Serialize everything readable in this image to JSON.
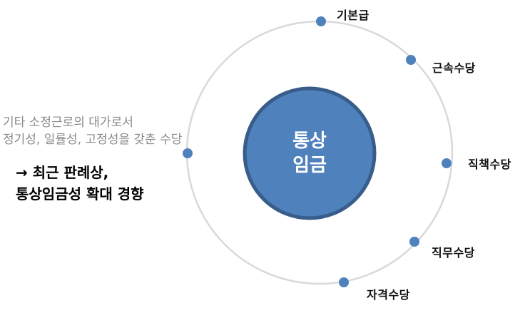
{
  "center": {
    "line1": "통상",
    "line2": "임금",
    "fill": "#4f81bd",
    "stroke": "#385d8a"
  },
  "orbit": {
    "color": "#d9d9d9"
  },
  "dot_color": "#4f81bd",
  "items": [
    {
      "label": "기본급"
    },
    {
      "label": "근속수당"
    },
    {
      "label": "직책수당"
    },
    {
      "label": "직무수당"
    },
    {
      "label": "자격수당"
    }
  ],
  "description": {
    "line1": "기타 소정근로의 대가로서",
    "line2": "정기성, 일률성, 고정성을 갖춘 수당"
  },
  "note": {
    "line1": "→ 최근 판례상,",
    "line2": "통상임금성 확대 경향"
  }
}
